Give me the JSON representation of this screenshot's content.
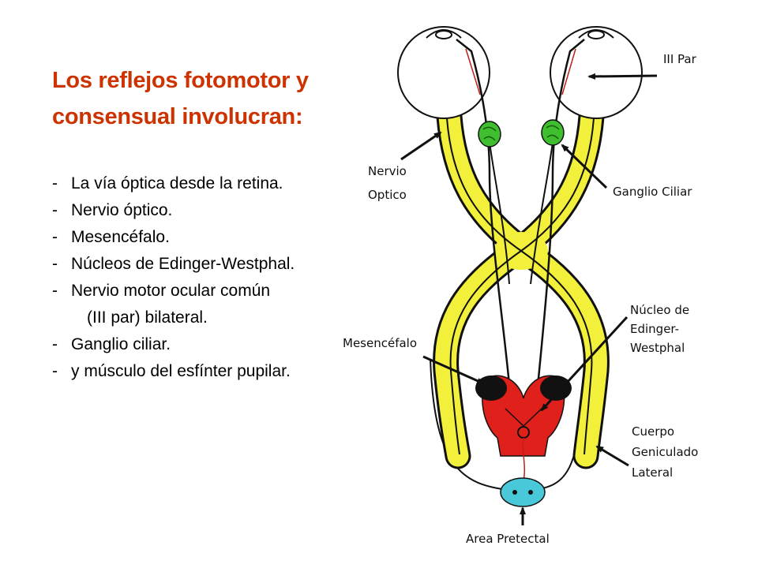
{
  "slide": {
    "title_lines": [
      "Los reflejos fotomotor y",
      "consensual involucran:"
    ],
    "bullets": [
      {
        "text": "La vía óptica desde la retina.",
        "dash": true
      },
      {
        "text": "Nervio óptico.",
        "dash": true
      },
      {
        "text": "Mesencéfalo.",
        "dash": true
      },
      {
        "text": "Núcleos de Edinger-Westphal.",
        "dash": true
      },
      {
        "text": "Nervio motor ocular común",
        "dash": true
      },
      {
        "text": "(III par) bilateral.",
        "dash": false
      },
      {
        "text": "Ganglio ciliar.",
        "dash": true
      },
      {
        "text": "y músculo del esfínter pupilar.",
        "dash": true
      }
    ],
    "dash_char": "-"
  },
  "diagram": {
    "labels": {
      "iii_par": "III Par",
      "nervio": "Nervio",
      "optico": "Optico",
      "ganglio_ciliar": "Ganglio Ciliar",
      "nucleo_de": "Núcleo de",
      "edinger": "Edinger-",
      "westphal": "Westphal",
      "mesencefalo": "Mesencéfalo",
      "cuerpo": "Cuerpo",
      "geniculado": "Geniculado",
      "lateral": "Lateral",
      "area_pretectal": "Area Pretectal"
    }
  },
  "colors": {
    "title": "#cc3300",
    "optic_tract": "#f2f03a",
    "ganglion": "#3fbf2f",
    "midbrain": "#e0201a",
    "nucleus": "#111111",
    "pretectal": "#48c8d8"
  }
}
